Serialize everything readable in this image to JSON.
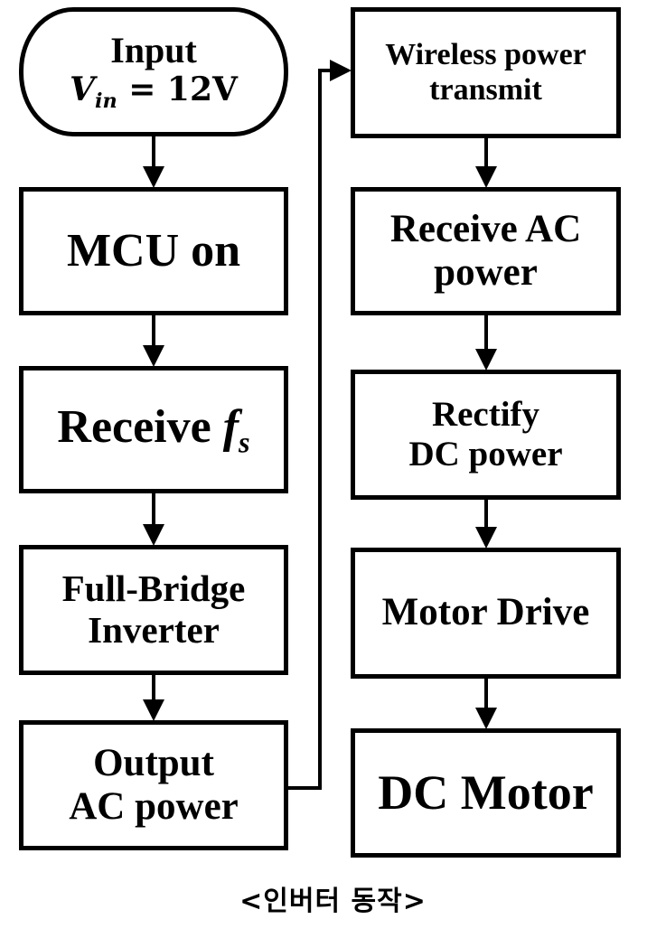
{
  "diagram": {
    "type": "flowchart",
    "colors": {
      "stroke": "#000000",
      "fill": "#ffffff",
      "text": "#000000"
    },
    "nodes": [
      {
        "id": "input",
        "shape": "rounded",
        "lines": [
          "Input"
        ],
        "math": {
          "var": "V",
          "sub": "in",
          "rest": " = 12V"
        }
      },
      {
        "id": "mcu_on",
        "shape": "rect",
        "lines": [
          "MCU on"
        ]
      },
      {
        "id": "receive_fs",
        "shape": "rect",
        "text": "Receive ",
        "math": {
          "var": "f",
          "sub": "s"
        }
      },
      {
        "id": "full_bridge",
        "shape": "rect",
        "lines": [
          "Full-Bridge",
          "Inverter"
        ]
      },
      {
        "id": "output_ac",
        "shape": "rect",
        "lines": [
          "Output",
          "AC power"
        ]
      },
      {
        "id": "wireless_tx",
        "shape": "rect",
        "lines": [
          "Wireless power",
          "transmit"
        ]
      },
      {
        "id": "receive_ac",
        "shape": "rect",
        "lines": [
          "Receive AC",
          "power"
        ]
      },
      {
        "id": "rectify_dc",
        "shape": "rect",
        "lines": [
          "Rectify",
          "DC power"
        ]
      },
      {
        "id": "motor_drive",
        "shape": "rect",
        "lines": [
          "Motor Drive"
        ]
      },
      {
        "id": "dc_motor",
        "shape": "rect",
        "lines": [
          "DC Motor"
        ]
      }
    ],
    "edges": [
      [
        "input",
        "mcu_on"
      ],
      [
        "mcu_on",
        "receive_fs"
      ],
      [
        "receive_fs",
        "full_bridge"
      ],
      [
        "full_bridge",
        "output_ac"
      ],
      [
        "output_ac",
        "wireless_tx"
      ],
      [
        "wireless_tx",
        "receive_ac"
      ],
      [
        "receive_ac",
        "rectify_dc"
      ],
      [
        "rectify_dc",
        "motor_drive"
      ],
      [
        "motor_drive",
        "dc_motor"
      ]
    ],
    "caption": "<인버터 동작>"
  }
}
